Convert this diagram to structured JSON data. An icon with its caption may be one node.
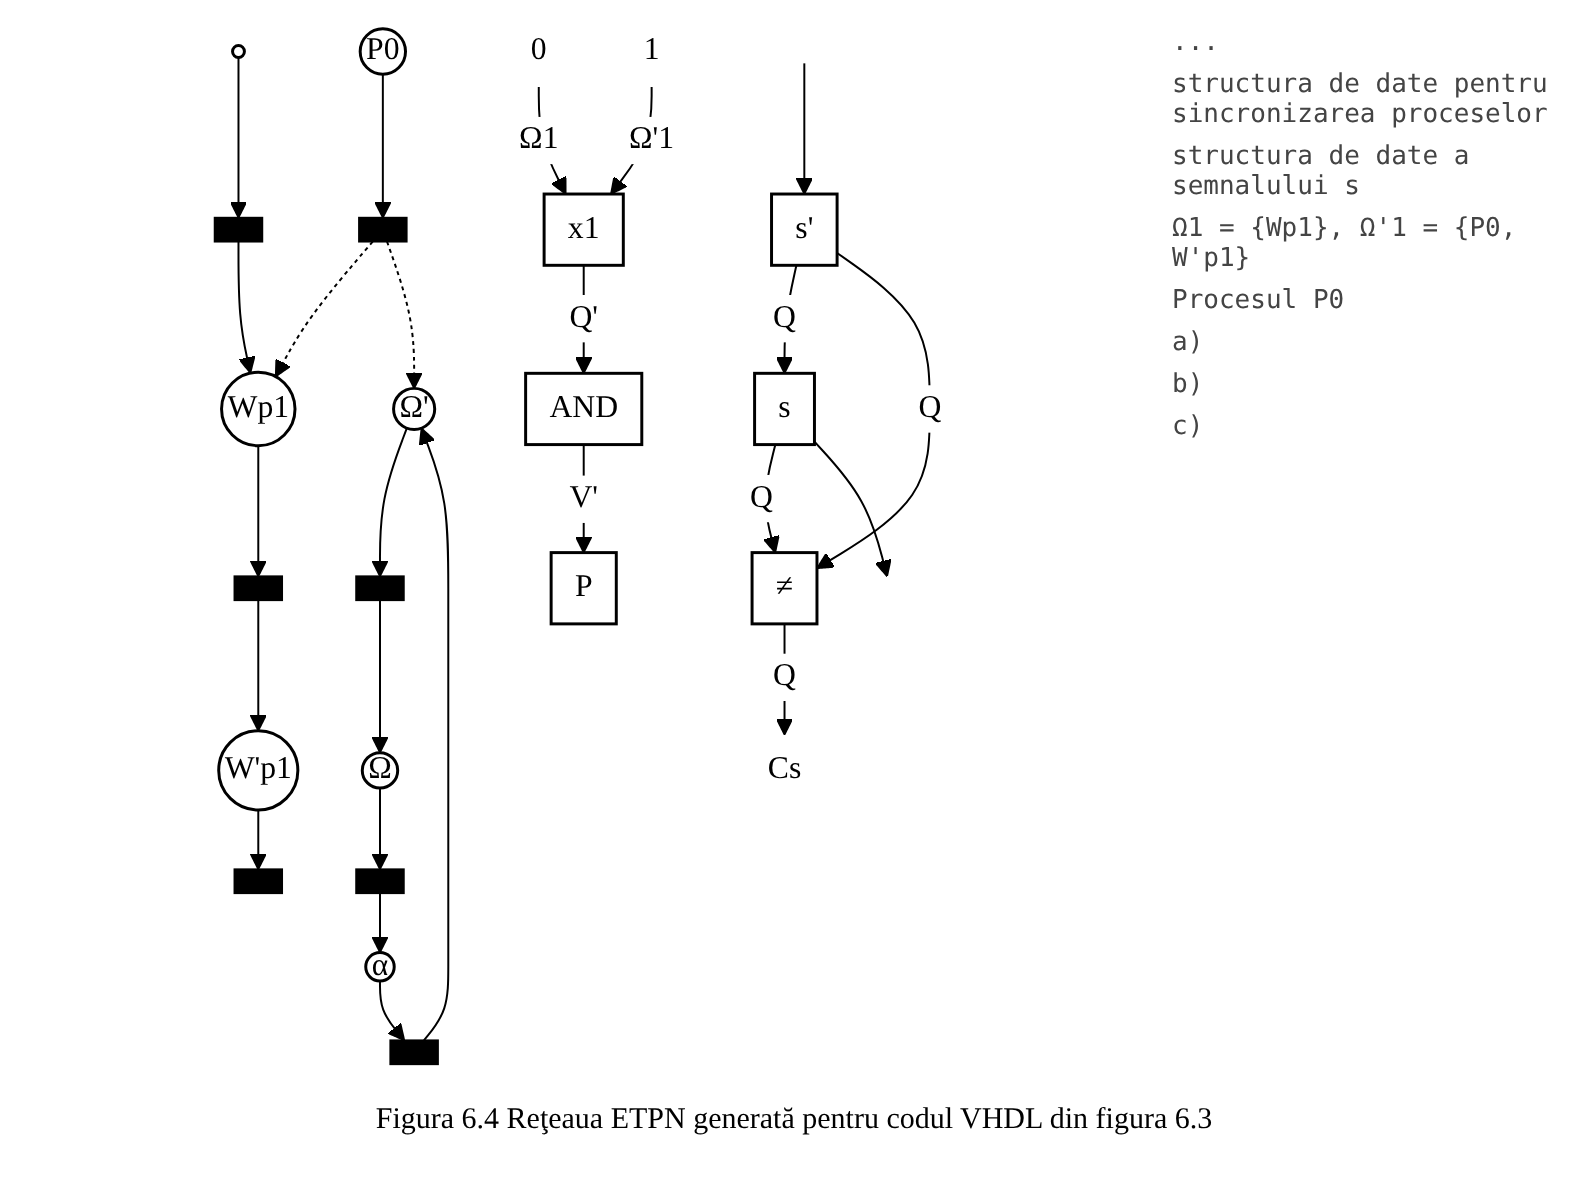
{
  "diagram": {
    "caption": "Figura 6.4 Reţeaua ETPN generată pentru codul VHDL din figura 6.3",
    "nodes": [
      {
        "text": [
          "P0"
        ]
      },
      {
        "text": [],
        "shape": "bar"
      },
      {
        "text": [
          "Wp1"
        ]
      },
      {
        "text": [
          "Ω'"
        ]
      },
      {
        "text": [],
        "shape": "bar"
      },
      {
        "text": [],
        "shape": "bar"
      },
      {
        "text": [
          "W'p1"
        ]
      },
      {
        "text": [
          "Ω"
        ]
      },
      {
        "text": [
          "α"
        ]
      },
      {
        "text": [],
        "shape": "bar"
      },
      {
        "text": [],
        "shape": "bar"
      },
      {
        "text": [],
        "shape": "bar"
      },
      {
        "text": [],
        "shape": "circle"
      },
      {
        "text": [],
        "shape": "bar"
      },
      {
        "text": [
          "0"
        ]
      },
      {
        "text": [
          "1"
        ]
      },
      {
        "text": [
          "x1"
        ]
      },
      {
        "text": [
          "AND"
        ]
      },
      {
        "text": [
          "P"
        ]
      },
      {
        "text": [
          "s'"
        ]
      },
      {
        "text": [
          "s"
        ]
      },
      {
        "text": [
          "≠"
        ]
      },
      {
        "text": [
          "Cs"
        ]
      }
    ],
    "edges": [
      {
        "from": 0,
        "to": 1,
        "arrow": "to"
      },
      {
        "from": 1,
        "to": 2,
        "arrow": "to",
        "style": "dashed"
      },
      {
        "from": 1,
        "to": 3,
        "arrow": "to",
        "style": "dashed"
      },
      {
        "from": 2,
        "to": 4,
        "arrow": "to"
      },
      {
        "from": 4,
        "to": 6,
        "arrow": "to"
      },
      {
        "from": 6,
        "to": 9,
        "arrow": "to"
      },
      {
        "from": 3,
        "to": 5,
        "arrow": "to"
      },
      {
        "from": 5,
        "to": 7,
        "arrow": "to"
      },
      {
        "from": 7,
        "to": 10,
        "arrow": "to"
      },
      {
        "from": 10,
        "to": 8,
        "arrow": "to"
      },
      {
        "from": 8,
        "to": 11,
        "arrow": "to"
      },
      {
        "from": 11,
        "to": 3,
        "arrow": "to"
      },
      {
        "from": 12,
        "to": 13,
        "arrow": "to"
      },
      {
        "from": 13,
        "to": 2,
        "arrow": "to"
      },
      {
        "from": 14,
        "to": 16,
        "arrow": "to",
        "label": "Ω1"
      },
      {
        "from": 15,
        "to": 16,
        "arrow": "to",
        "label": "Ω'1"
      },
      {
        "from": 16,
        "to": 17,
        "arrow": "to",
        "label": "Q'"
      },
      {
        "from": 17,
        "to": 18,
        "arrow": "to",
        "label": "V'"
      },
      {
        "from": null,
        "to": 19,
        "arrow": "to"
      },
      {
        "from": 19,
        "to": 20,
        "arrow": "to",
        "label": "Q"
      },
      {
        "from": 19,
        "to": 21,
        "arrow": "to",
        "label": "Q"
      },
      {
        "from": 20,
        "to": 21,
        "arrow": "to",
        "label": "Q"
      },
      {
        "from": 20,
        "to": null,
        "arrow": "to"
      },
      {
        "from": 21,
        "to": 22,
        "arrow": "to",
        "label": "Q"
      }
    ],
    "labels": [
      "...",
      "structura de date pentru sincronizarea proceselor",
      "structura de date a semnalului s",
      "Ω1 = {Wp1}, Ω'1 = {P0, W'p1}",
      "Procesul P0",
      "a)",
      "b)",
      "c)"
    ]
  }
}
